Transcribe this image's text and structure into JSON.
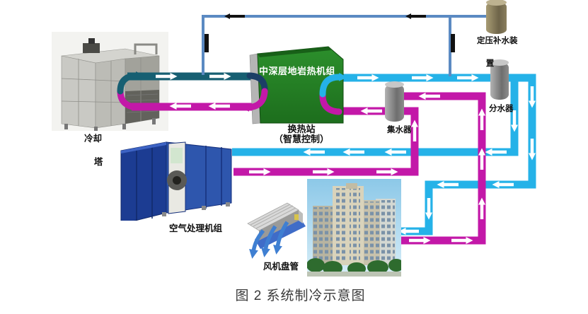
{
  "figure": {
    "caption": "图 2 系统制冷示意图"
  },
  "equipment": {
    "cooling_tower": {
      "label_line1": "冷却",
      "label_line2": "塔"
    },
    "geothermal_unit": {
      "title": "中深层地岩热机组",
      "station_line1": "换热站",
      "station_line2": "（智慧控制）"
    },
    "makeup_water_device": {
      "label_line1": "定压补水装",
      "label_line2": "置"
    },
    "distributor": {
      "label": "分水器"
    },
    "collector": {
      "label": "集水器"
    },
    "air_handling_unit": {
      "label": "空气处理机组"
    },
    "fan_coil": {
      "label": "风机盘管"
    }
  },
  "colors": {
    "pipe_cyan": "#25b2e8",
    "pipe_magenta": "#c318a8",
    "pipe_teal": "#175f72",
    "pipe_navy": "#1b3f66",
    "makeup_blue": "#5b8ac2",
    "unit_green": "#217a21",
    "caption_gray": "#3a3a3a"
  }
}
